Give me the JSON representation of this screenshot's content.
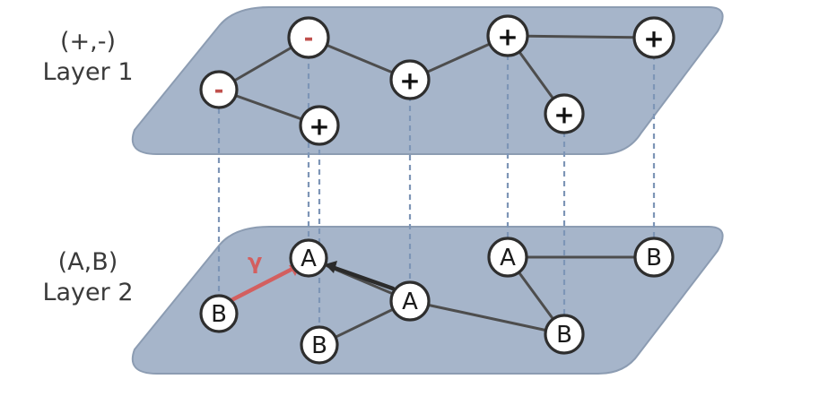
{
  "layer1": {
    "caption_top": "(+,-)",
    "caption_bottom": "Layer 1",
    "nodes": [
      {
        "id": "L1a",
        "label": "-",
        "sign": "minus"
      },
      {
        "id": "L1b",
        "label": "-",
        "sign": "minus"
      },
      {
        "id": "L1c",
        "label": "+",
        "sign": "plus"
      },
      {
        "id": "L1d",
        "label": "+",
        "sign": "plus"
      },
      {
        "id": "L1e",
        "label": "+",
        "sign": "plus"
      },
      {
        "id": "L1f",
        "label": "+",
        "sign": "plus"
      },
      {
        "id": "L1g",
        "label": "+",
        "sign": "plus"
      }
    ],
    "edges": [
      [
        "L1a",
        "L1b"
      ],
      [
        "L1a",
        "L1c"
      ],
      [
        "L1b",
        "L1d"
      ],
      [
        "L1d",
        "L1e"
      ],
      [
        "L1e",
        "L1f"
      ],
      [
        "L1e",
        "L1g"
      ]
    ]
  },
  "layer2": {
    "caption_top": "(A,B)",
    "caption_bottom": "Layer 2",
    "nodes": [
      {
        "id": "L2a",
        "label": "B"
      },
      {
        "id": "L2b",
        "label": "A"
      },
      {
        "id": "L2c",
        "label": "A"
      },
      {
        "id": "L2d",
        "label": "B"
      },
      {
        "id": "L2e",
        "label": "A"
      },
      {
        "id": "L2f",
        "label": "B"
      },
      {
        "id": "L2g",
        "label": "B"
      }
    ],
    "edges": [
      [
        "L2b",
        "L2c"
      ],
      [
        "L2c",
        "L2d"
      ],
      [
        "L2c",
        "L2g"
      ],
      [
        "L2e",
        "L2f"
      ],
      [
        "L2e",
        "L2g"
      ]
    ]
  },
  "annotations": {
    "gamma_label": "γ"
  },
  "colors": {
    "plane": "#a6b5ca",
    "interlayer_link": "#7d95b6",
    "minus_sign": "#c0504d",
    "arrow_red": "#d35f5f"
  }
}
